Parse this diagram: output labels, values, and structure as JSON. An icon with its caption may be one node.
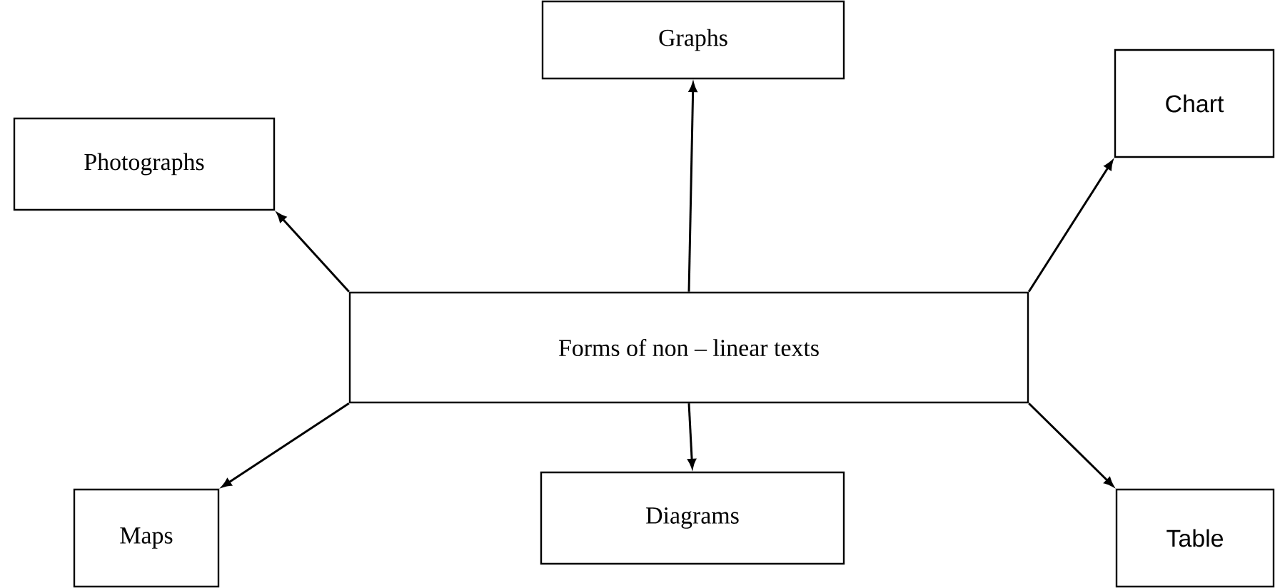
{
  "diagram": {
    "nodes": [
      {
        "text": [
          "Graphs"
        ]
      },
      {
        "text": [
          "Chart"
        ]
      },
      {
        "text": [
          "Photographs"
        ]
      },
      {
        "text": [
          "Forms of non – linear texts"
        ]
      },
      {
        "text": [
          "Maps"
        ]
      },
      {
        "text": [
          "Diagrams"
        ]
      },
      {
        "text": [
          "Table"
        ]
      }
    ],
    "edges": [
      {
        "from": 3,
        "to": 0,
        "arrow": "to"
      },
      {
        "from": 3,
        "to": 1,
        "arrow": "to"
      },
      {
        "from": 3,
        "to": 2,
        "arrow": "to"
      },
      {
        "from": 3,
        "to": 4,
        "arrow": "to"
      },
      {
        "from": 3,
        "to": 5,
        "arrow": "to"
      },
      {
        "from": 3,
        "to": 6,
        "arrow": "to"
      }
    ]
  }
}
